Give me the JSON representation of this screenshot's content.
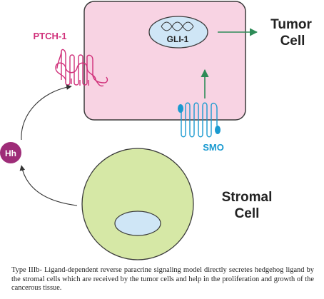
{
  "colors": {
    "tumor_fill": "#f8d3e3",
    "tumor_stroke": "#3a3a3a",
    "nucleus_fill": "#cfe6f6",
    "stromal_fill": "#d6e8a6",
    "stromal_nucleus_fill": "#cfe6f6",
    "ptch_color": "#d0307a",
    "smo_color": "#1a9ad0",
    "arrow_green": "#2e8b57",
    "hh_fill": "#9e2c78",
    "cycle_arrow": "#333333"
  },
  "labels": {
    "ptch": "PTCH-1",
    "gli": "GLI-1",
    "tumor_line1": "Tumor",
    "tumor_line2": "Cell",
    "smo": "SMO",
    "hh": "Hh",
    "stromal_line1": "Stromal",
    "stromal_line2": "Cell"
  },
  "caption": "Type IIIb- Ligand-dependent reverse paracrine signaling model directly secretes hedgehog ligand by the stromal cells which are received by the tumor cells and help in the proliferation and growth of the cancerous tissue."
}
